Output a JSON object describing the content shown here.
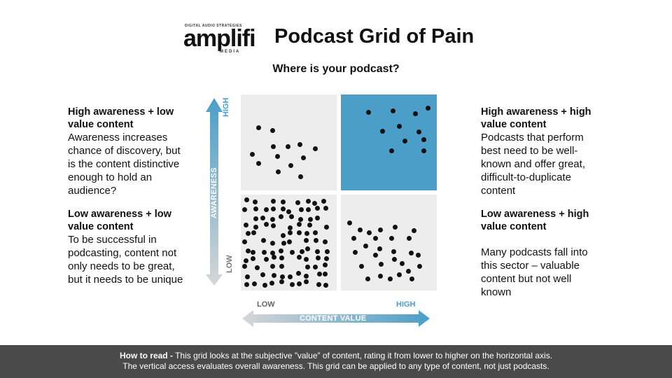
{
  "header": {
    "logo_tagline": "DIGITAL AUDIO STRATEGIES",
    "logo_word": "amplifi",
    "logo_sub": "MEDIA",
    "title": "Podcast Grid of Pain"
  },
  "question": "Where is your podcast?",
  "notes": {
    "top_left": {
      "heading": "High awareness + low value content",
      "body": "Awareness increases chance of discovery, but is the content distinctive enough to hold an audience?"
    },
    "bottom_left": {
      "heading": "Low awareness + low value content",
      "body": "To be successful in podcasting, content not only needs to be great, but it needs to be unique"
    },
    "top_right": {
      "heading": "High awareness + high value content",
      "body": "Podcasts that perform best need to be well-known and offer great, difficult-to-duplicate content"
    },
    "bottom_right": {
      "heading": "Low awareness + high value content",
      "body": "Many podcasts fall into this sector – valuable content but not well known"
    }
  },
  "axes": {
    "y_label": "AWARENESS",
    "y_high": "HIGH",
    "y_low": "LOW",
    "x_label": "CONTENT VALUE",
    "x_low": "LOW",
    "x_high": "HIGH"
  },
  "colors": {
    "accent": "#4a9ec8",
    "quadrant_grey": "#eeeded",
    "footer_bg": "#4a4a4a"
  },
  "footer": {
    "lead": "How to read -",
    "line1": "This grid looks at the subjective ”value” of content, rating it from lower to higher on the horizontal axis.",
    "line2": "The vertical access evaluates overall awareness. This grid can be applied to any type of content, not just podcasts."
  }
}
